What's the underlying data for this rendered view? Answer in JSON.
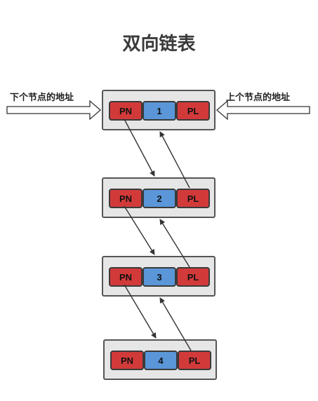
{
  "title": "双向链表",
  "labels": {
    "left": "下个节点的地址",
    "right": "上个节点的地址"
  },
  "nodes": [
    {
      "prev_label": "PN",
      "value": "1",
      "next_label": "PL"
    },
    {
      "prev_label": "PN",
      "value": "2",
      "next_label": "PL"
    },
    {
      "prev_label": "PN",
      "value": "3",
      "next_label": "PL"
    },
    {
      "prev_label": "PN",
      "value": "4",
      "next_label": "PL"
    }
  ],
  "colors": {
    "pointer_cell": "#d23a3a",
    "value_cell": "#5a96d8",
    "node_bg": "#e6e6e6"
  }
}
